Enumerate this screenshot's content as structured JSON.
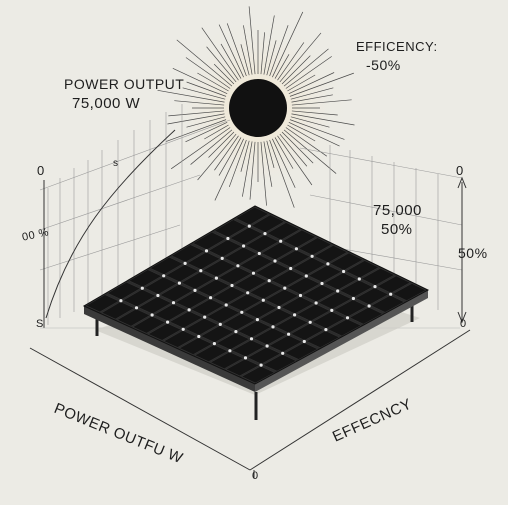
{
  "labels": {
    "power_title": "POWER OUTPUT",
    "power_value": "75,000 W",
    "efficiency_title": "EFFICENCY:",
    "efficiency_value": "-50%",
    "mid_value_a": "75,000",
    "mid_value_b": "50%",
    "right_axis_pct": "50%",
    "left_top_zero": "0",
    "right_top_zero": "0",
    "left_small_s": "s",
    "left_side_pct": "00 %",
    "left_bottom": "S",
    "right_bottom": "0",
    "axis_power": "POWER OUTFU W",
    "axis_efficiency": "EFFECNCY",
    "bottom_zero": "0"
  },
  "panel": {
    "rows": 8,
    "cols": 11
  },
  "colors": {
    "background": "#ecebe5",
    "ink": "#222222",
    "panel_cell": "#141414",
    "panel_frame": "#2b2b2b",
    "sun": "#111111"
  },
  "icons": [
    "sun-icon",
    "solar-panel-icon"
  ]
}
